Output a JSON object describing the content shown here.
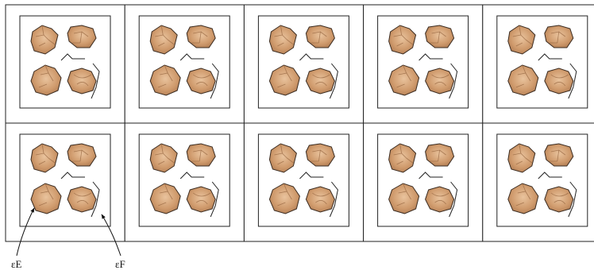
{
  "grid": {
    "rows": 2,
    "cols": 5
  },
  "labels": {
    "left": "εE",
    "right": "εF"
  },
  "colors": {
    "fill_base": "#cf9a6c",
    "fill_light": "#e9c39d",
    "fill_dark": "#9a6a45",
    "outline": "#3a2b20"
  }
}
